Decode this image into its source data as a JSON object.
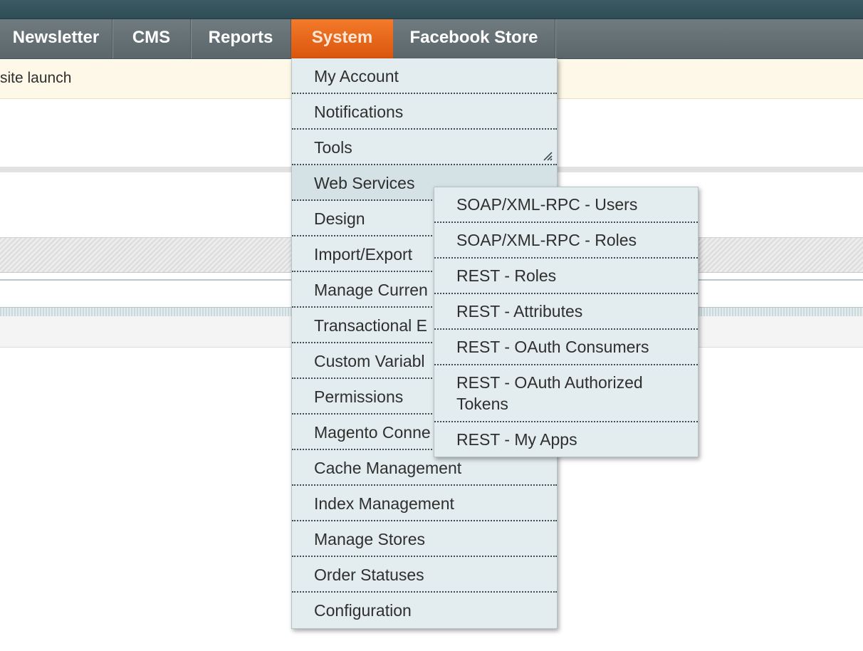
{
  "nav": {
    "items": [
      {
        "label": "Newsletter"
      },
      {
        "label": "CMS"
      },
      {
        "label": "Reports"
      },
      {
        "label": "System"
      },
      {
        "label": "Facebook Store"
      }
    ]
  },
  "notice": {
    "text": "site launch"
  },
  "system_menu": {
    "items": [
      {
        "label": "My Account"
      },
      {
        "label": "Notifications"
      },
      {
        "label": "Tools"
      },
      {
        "label": "Web Services"
      },
      {
        "label": "Design"
      },
      {
        "label": "Import/Export"
      },
      {
        "label": "Manage Curren"
      },
      {
        "label": "Transactional E"
      },
      {
        "label": "Custom Variabl"
      },
      {
        "label": "Permissions"
      },
      {
        "label": "Magento Conne"
      },
      {
        "label": "Cache Management"
      },
      {
        "label": "Index Management"
      },
      {
        "label": "Manage Stores"
      },
      {
        "label": "Order Statuses"
      },
      {
        "label": "Configuration"
      }
    ]
  },
  "web_services_menu": {
    "items": [
      {
        "label": "SOAP/XML-RPC - Users"
      },
      {
        "label": "SOAP/XML-RPC - Roles"
      },
      {
        "label": "REST - Roles"
      },
      {
        "label": "REST - Attributes"
      },
      {
        "label": "REST - OAuth Consumers"
      },
      {
        "label": "REST - OAuth Authorized Tokens"
      },
      {
        "label": "REST - My Apps"
      }
    ]
  },
  "colors": {
    "active_tab": "#e8661b",
    "menu_bg": "#e3ecee",
    "nav_bg": "#666f74",
    "header_bg": "#345760",
    "notice_bg": "#fdf8e7"
  },
  "icons": {
    "tools_corner": "resize-corner-icon"
  }
}
